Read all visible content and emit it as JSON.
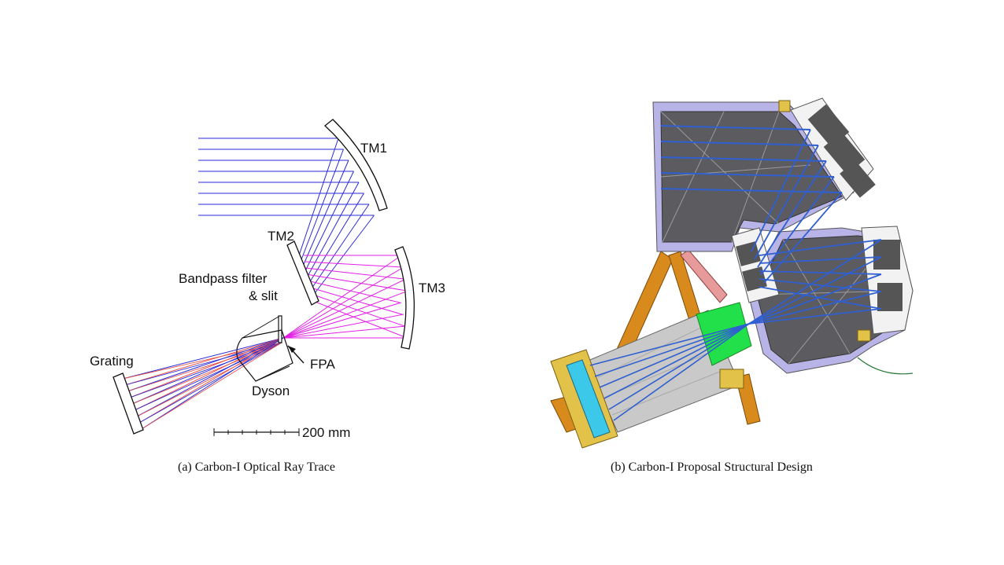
{
  "figure": {
    "panel_a": {
      "labels": {
        "tm1": "TM1",
        "tm2": "TM2",
        "tm3": "TM3",
        "bandpass_line1": "Bandpass filter",
        "bandpass_line2": "& slit",
        "fpa": "FPA",
        "grating": "Grating",
        "dyson": "Dyson",
        "scale": "200 mm"
      },
      "caption": "(a) Carbon-I Optical Ray Trace"
    },
    "panel_b": {
      "caption": "(b) Carbon-I Proposal Structural Design"
    },
    "colors": {
      "ray_blue": "#2a2ad8",
      "ray_magenta": "#e21ee6",
      "ray_red": "#e8504a",
      "structure_blue": "#2f5fd0",
      "housing_gray": "#5c5c60",
      "housing_lavender": "#b9b4e8",
      "strut_orange": "#d98a1c",
      "barrel_gray": "#c9c9c9",
      "detector_green": "#22e04a",
      "strut_red": "#e79a9a",
      "mount_yellow": "#e3c24a",
      "window_cyan": "#3cc8e8"
    }
  }
}
